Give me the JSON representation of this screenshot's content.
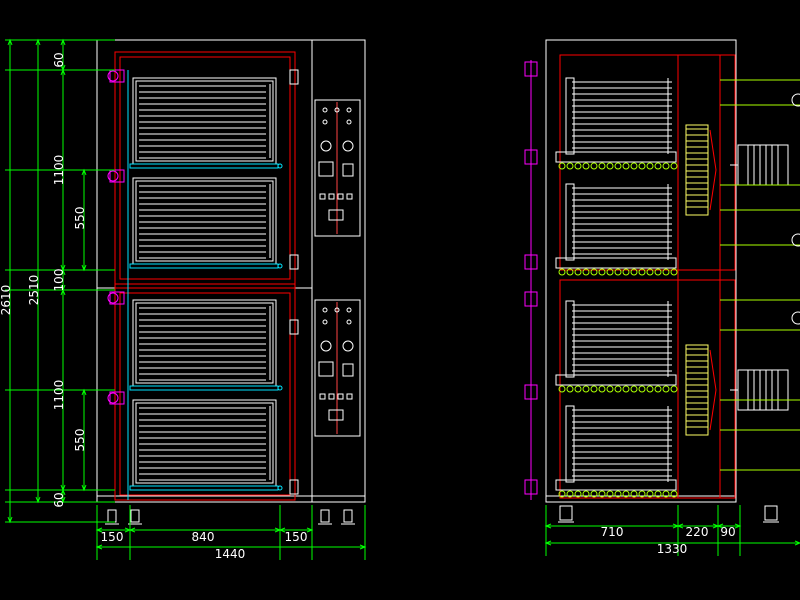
{
  "colors": {
    "background": "#000000",
    "outline": "#ffffff",
    "dimension": "#00ff00",
    "frame": "#ff0000",
    "hinge": "#ff00ff",
    "rail": "#00e5ff",
    "fan": "#ffff66",
    "grill": "#aaff00",
    "panel": "#ff4444"
  },
  "front_view": {
    "dims_vertical": {
      "total_outer": "2610",
      "total_inner": "2510",
      "top_gap": "60",
      "upper_deck": "1100",
      "upper_tray": "550",
      "middle_gap": "100",
      "lower_deck": "1100",
      "lower_tray": "550",
      "bottom_gap": "60"
    },
    "dims_horizontal": {
      "left_margin": "150",
      "inner_width": "840",
      "right_margin": "150",
      "total_width": "1440"
    }
  },
  "side_view": {
    "dims_horizontal": {
      "chamber": "710",
      "fan_zone": "220",
      "motor_zone": "90",
      "total_depth": "1330"
    }
  }
}
